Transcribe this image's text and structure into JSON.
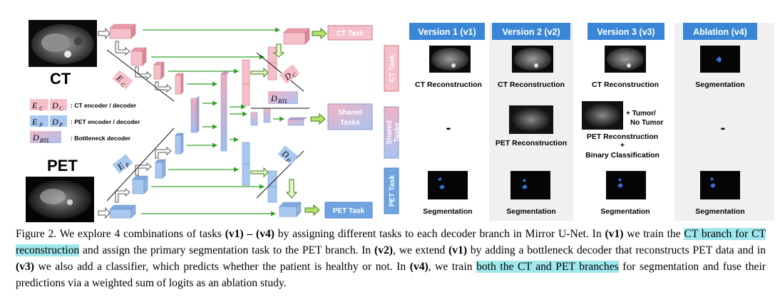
{
  "labels": {
    "ct": "CT",
    "pet": "PET",
    "ec": "E",
    "ec_sub": "C",
    "dc": "D",
    "dc_sub": "C",
    "ep": "E",
    "ep_sub": "P",
    "dp": "D",
    "dp_sub": "P",
    "dbtl": "D",
    "dbtl_sub": "BTL"
  },
  "legend": {
    "ct_text": ": CT  encoder / decoder",
    "pet_text": ": PET encoder / decoder",
    "btl_text": ": Bottleneck decoder"
  },
  "tasks": {
    "ct": "CT Task",
    "shared_1": "Shared",
    "shared_2": "Tasks",
    "pet": "PET Task"
  },
  "row_labels": {
    "ct": "CT Task",
    "shared_1": "Shared",
    "shared_2": "Tasks",
    "pet": "PET Task"
  },
  "versions": [
    {
      "title": "Version 1 (v1)",
      "ct": "CT Reconstruction",
      "shared": "-",
      "pet": "Segmentation"
    },
    {
      "title": "Version 2 (v2)",
      "ct": "CT Reconstruction",
      "shared": "PET Reconstruction",
      "pet": "Segmentation"
    },
    {
      "title": "Version 3 (v3)",
      "ct": "CT Reconstruction",
      "shared_side_1": "+ Tumor/",
      "shared_side_2": "No Tumor",
      "shared_1": "PET Reconstruction",
      "shared_2": "+",
      "shared_3": "Binary Classification",
      "pet": "Segmentation"
    },
    {
      "title": "Ablation (v4)",
      "ct": "Segmentation",
      "shared": "-",
      "pet": "Segmentation"
    }
  ],
  "caption": {
    "p1": "Figure 2. We explore 4 combinations of tasks ",
    "b1": "(v1) – (v4)",
    "p2": " by assigning different tasks to each decoder branch in Mirror U-Net. In ",
    "b2": "(v1)",
    "p3": " we train the ",
    "h1": "CT branch for CT reconstruction",
    "p4": " and assign the primary segmentation task to the PET branch. In ",
    "b3": "(v2)",
    "p5": ", we extend ",
    "b4": "(v1)",
    "p6": " by adding a bottleneck decoder that reconstructs PET data and in ",
    "b5": "(v3)",
    "p7": " we also add a classifier, which predicts whether the patient is healthy or not. In ",
    "b6": "(v4)",
    "p8": ", we train ",
    "h2": "both the CT and PET branches",
    "p9": " for segmentation and fuse their predictions via a weighted sum of logits as an ablation study."
  },
  "colors": {
    "ct": "#f5c0c9",
    "ct_dark": "#e89aa8",
    "pet": "#a9c8ef",
    "pet_dark": "#7fa9de",
    "header": "#3a86d6",
    "arrow": "#33a02c",
    "panel": "#f0f0f0"
  }
}
